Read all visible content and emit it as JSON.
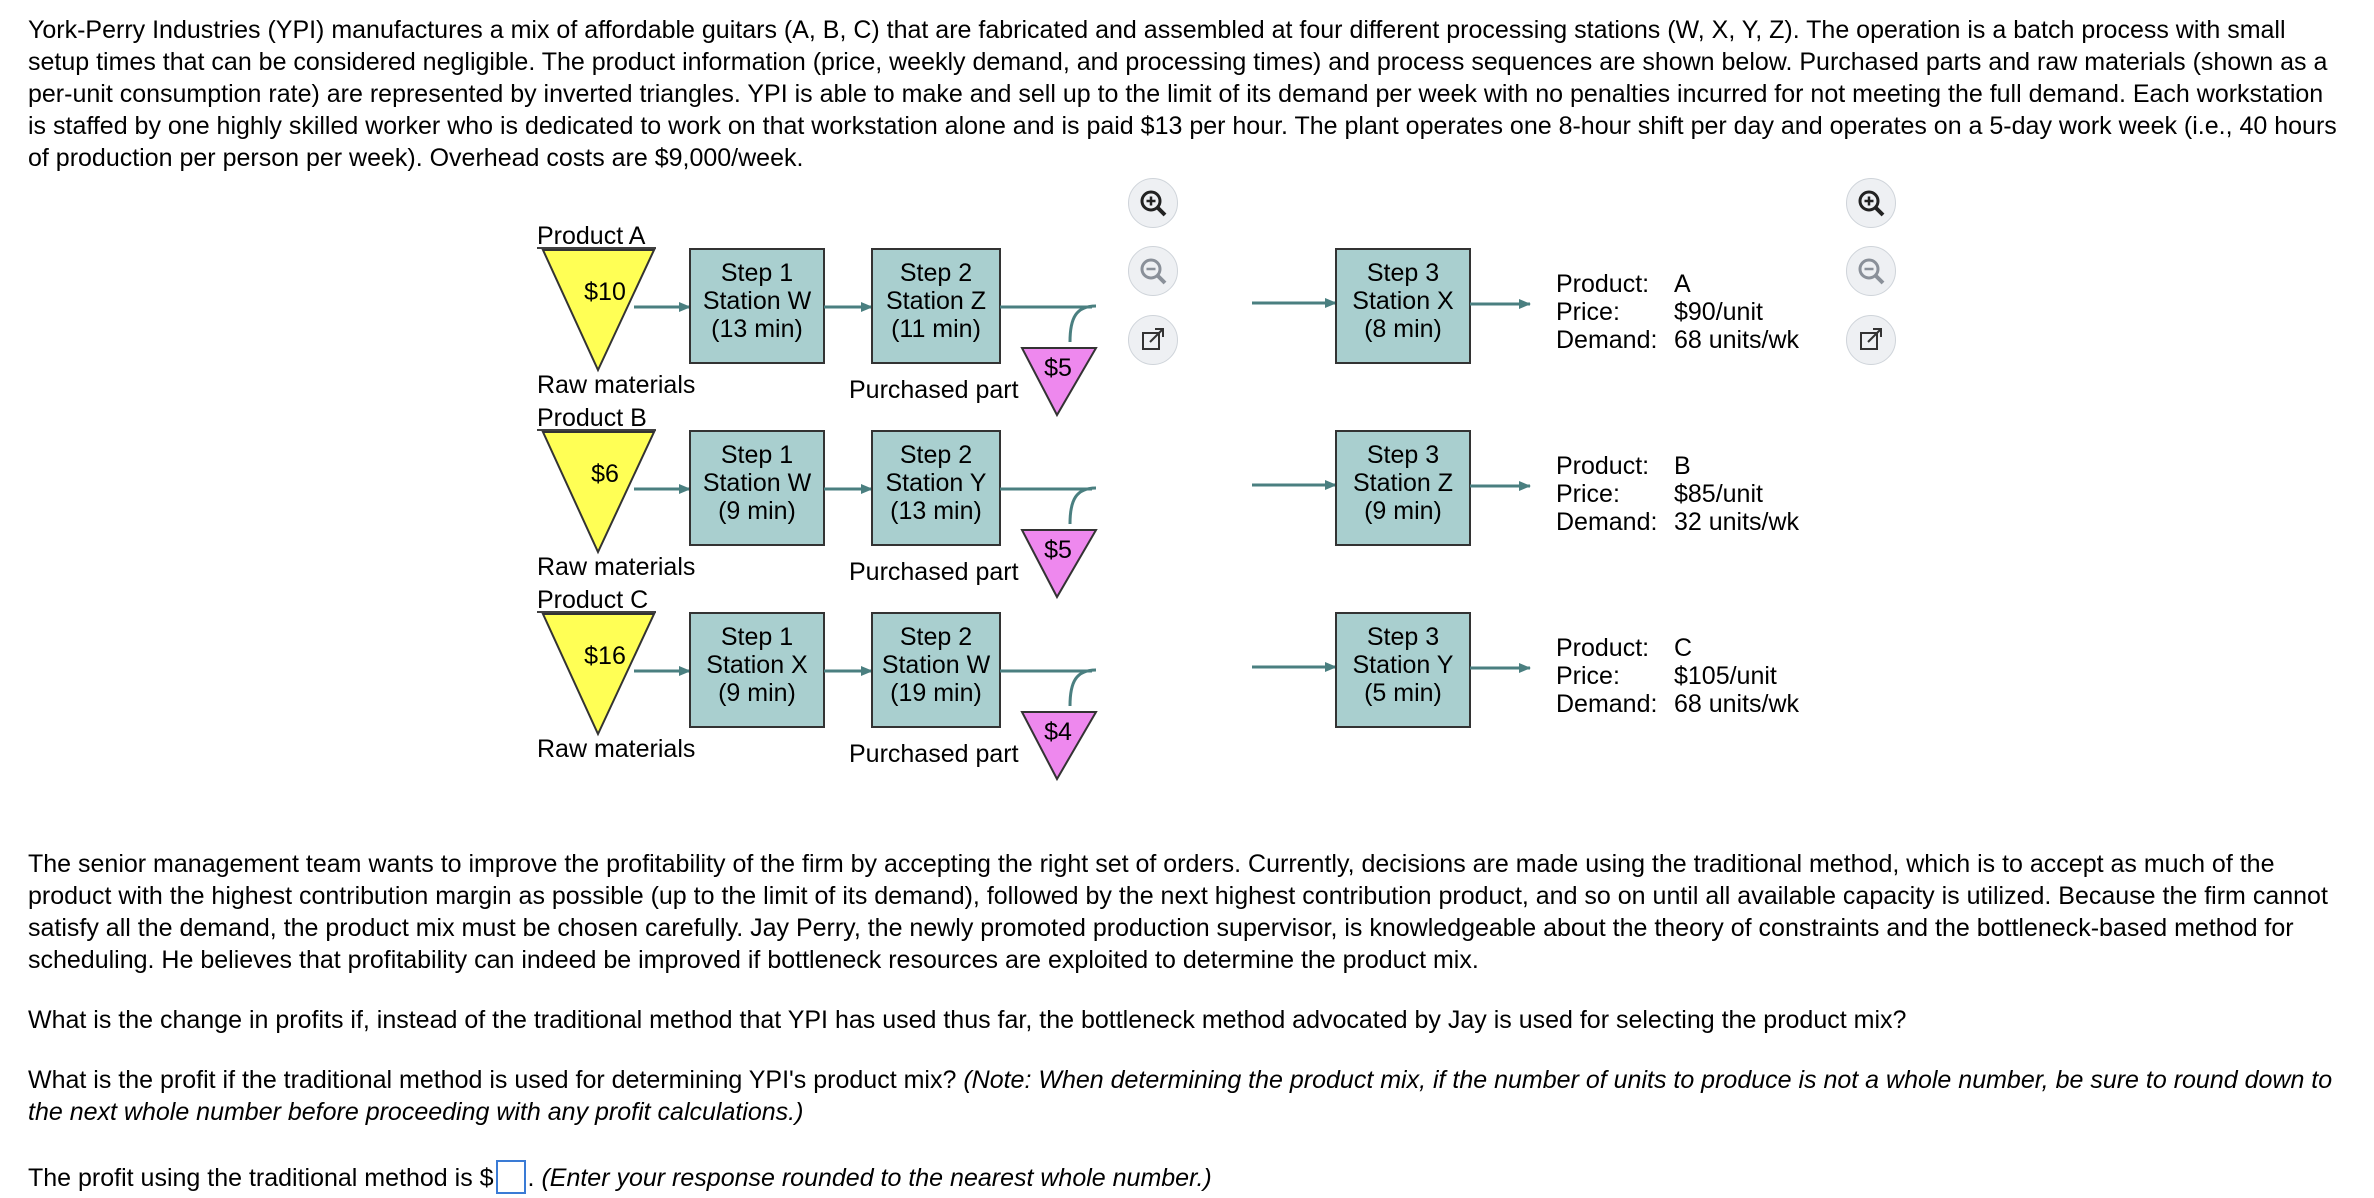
{
  "intro": "York-Perry Industries (YPI) manufactures a mix of affordable guitars (A, B, C) that are fabricated and assembled at four different processing stations (W, X, Y, Z). The operation is a batch process with small setup times that can be considered negligible. The product information (price, weekly demand, and processing times) and process sequences are shown below. Purchased parts and raw materials (shown as a per-unit consumption rate) are represented by inverted triangles. YPI is able to make and sell up to the limit of its demand per week with no penalties incurred for not meeting the full demand. Each workstation is staffed by one highly skilled worker who is dedicated to work on that workstation alone and is paid $13 per hour. The plant operates one 8-hour shift per day and operates on a 5-day work week (i.e., 40 hours of production per person per week). Overhead costs are $9,000/week.",
  "products": [
    {
      "title": "Product A",
      "raw_cost": "$10",
      "raw_label": "Raw materials",
      "step1": [
        "Step 1",
        "Station W",
        "(13 min)"
      ],
      "step2": [
        "Step 2",
        "Station Z",
        "(11 min)"
      ],
      "part_cost": "$5",
      "part_label": "Purchased part",
      "step3": [
        "Step 3",
        "Station X",
        "(8 min)"
      ],
      "info_labels": [
        "Product:",
        "Price:",
        "Demand:"
      ],
      "info_values": [
        "A",
        "$90/unit",
        "68 units/wk"
      ]
    },
    {
      "title": "Product B",
      "raw_cost": "$6",
      "raw_label": "Raw materials",
      "step1": [
        "Step 1",
        "Station W",
        "(9 min)"
      ],
      "step2": [
        "Step 2",
        "Station Y",
        "(13 min)"
      ],
      "part_cost": "$5",
      "part_label": "Purchased part",
      "step3": [
        "Step 3",
        "Station Z",
        "(9 min)"
      ],
      "info_labels": [
        "Product:",
        "Price:",
        "Demand:"
      ],
      "info_values": [
        "B",
        "$85/unit",
        "32 units/wk"
      ]
    },
    {
      "title": "Product C",
      "raw_cost": "$16",
      "raw_label": "Raw materials",
      "step1": [
        "Step 1",
        "Station X",
        "(9 min)"
      ],
      "step2": [
        "Step 2",
        "Station W",
        "(19 min)"
      ],
      "part_cost": "$4",
      "part_label": "Purchased part",
      "step3": [
        "Step 3",
        "Station Y",
        "(5 min)"
      ],
      "info_labels": [
        "Product:",
        "Price:",
        "Demand:"
      ],
      "info_values": [
        "C",
        "$105/unit",
        "68 units/wk"
      ]
    }
  ],
  "mgmt": "The senior management team wants to improve the profitability of the firm by accepting the right set of orders. Currently, decisions are made using the traditional method, which is to accept as much of the product with the highest contribution margin as possible (up to the limit of its demand), followed by the next highest contribution product, and so on until all available capacity is utilized. Because the firm cannot satisfy all the demand, the product mix must be chosen carefully. Jay Perry, the newly promoted production supervisor, is knowledgeable about the theory of constraints and the bottleneck-based method for scheduling. He believes that profitability can indeed be improved if bottleneck resources are exploited to determine the product mix.",
  "q1": "What is the change in profits if, instead of the traditional method that YPI has used thus far, the bottleneck method advocated by Jay is used for selecting the product mix?",
  "q2_lead": "What is the profit if the traditional method is used for determining YPI's product mix? ",
  "q2_note": "(Note: When determining the product mix, if the number of units to produce is not a whole number, be sure to round down to the next whole number before proceeding with any profit calculations.)",
  "answer_lead": "The profit using the traditional method is $",
  "answer_value": "",
  "answer_tail": ". ",
  "answer_note": "(Enter your response rounded to the nearest whole number.)",
  "colors": {
    "box": "#a9cfcf",
    "raw": "#ffff55",
    "part": "#ee88ee",
    "arrow": "#4a7f80",
    "input_border": "#3a7bd5"
  },
  "icons": [
    "zoom-in-icon",
    "zoom-out-icon",
    "open-external-icon"
  ]
}
